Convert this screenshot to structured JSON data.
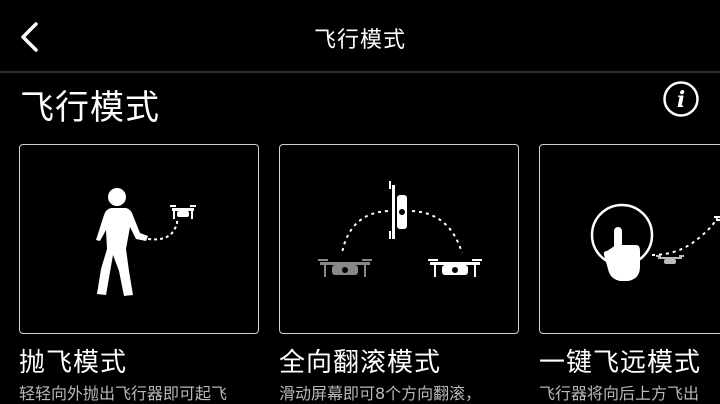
{
  "header": {
    "title": "飞行模式",
    "back_icon": "chevron-left-icon"
  },
  "section": {
    "title": "飞行模式",
    "info_icon": "info-icon"
  },
  "modes": [
    {
      "title": "抛飞模式",
      "description": "轻轻向外抛出飞行器即可起飞",
      "icon": "throw-person-drone-icon"
    },
    {
      "title": "全向翻滚模式",
      "description": "滑动屏幕即可8个方向翻滚，",
      "icon": "flip-drone-icon"
    },
    {
      "title": "一键飞远模式",
      "description": "飞行器将向后上方飞出",
      "icon": "tap-hand-drone-icon"
    }
  ],
  "colors": {
    "background": "#000000",
    "text": "#ffffff",
    "border": "#cfcfcf",
    "muted": "#b9b9b9"
  }
}
